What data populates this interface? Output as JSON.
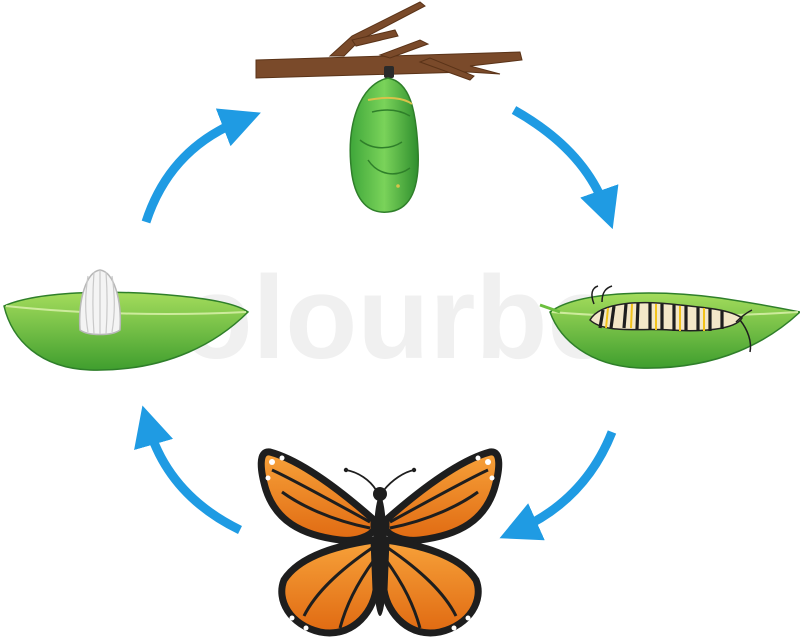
{
  "watermark": "colourbox",
  "stages": [
    {
      "id": "pupa",
      "icon": "chrysalis-icon"
    },
    {
      "id": "larva",
      "icon": "caterpillar-icon"
    },
    {
      "id": "adult",
      "icon": "butterfly-icon"
    },
    {
      "id": "egg",
      "icon": "egg-icon"
    }
  ],
  "colors": {
    "arrow": "#1f9be3",
    "leaf_light": "#8fd14f",
    "leaf_dark": "#3e9b2c",
    "branch": "#7a4a2a",
    "chrysalis": "#5cc04a",
    "wing_orange": "#f08a1c",
    "wing_black": "#1e1e1e"
  }
}
